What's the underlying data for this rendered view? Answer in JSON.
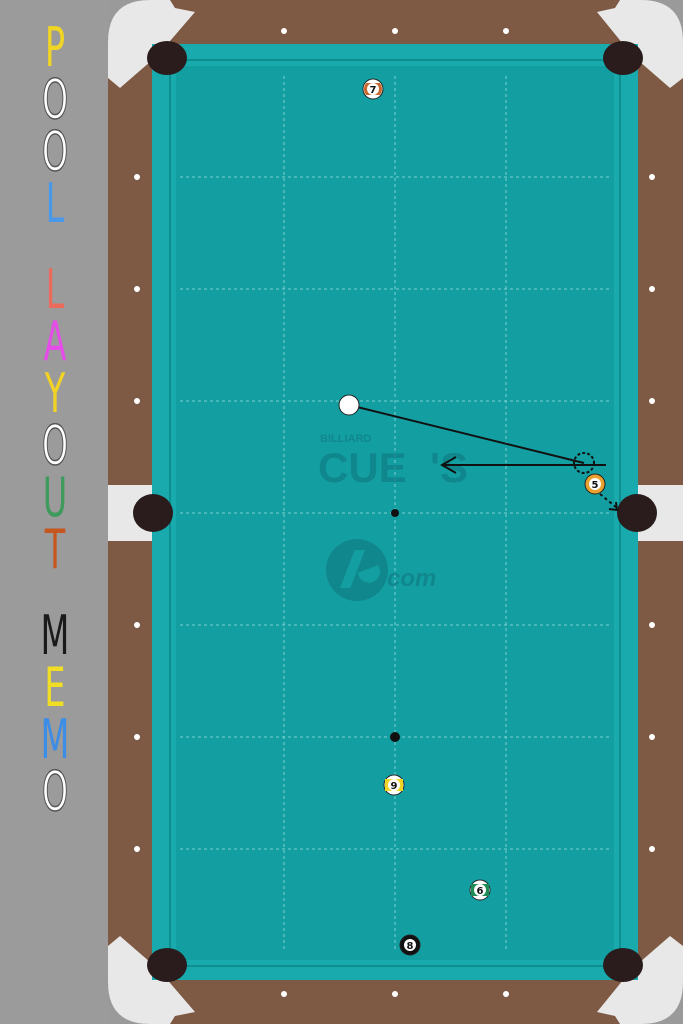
{
  "title": {
    "words": [
      "POOL",
      "LAYOUT",
      "MEMO"
    ],
    "letters": [
      {
        "char": "P",
        "color": "#f1d524"
      },
      {
        "char": "O",
        "color": "#ffffff"
      },
      {
        "char": "O",
        "color": "#ffffff"
      },
      {
        "char": "L",
        "color": "#4a98e8"
      },
      {
        "char": "L",
        "color": "#ea6b5b"
      },
      {
        "char": "A",
        "color": "#e64ce8"
      },
      {
        "char": "Y",
        "color": "#f2d224"
      },
      {
        "char": "O",
        "color": "#ffffff"
      },
      {
        "char": "U",
        "color": "#3f9a5d"
      },
      {
        "char": "T",
        "color": "#c5561f"
      },
      {
        "char": "M",
        "color": "#1a1a1a"
      },
      {
        "char": "E",
        "color": "#f0dd26"
      },
      {
        "char": "M",
        "color": "#3b8de6"
      },
      {
        "char": "O",
        "color": "#ffffff"
      }
    ]
  },
  "watermark": {
    "brand_small": "BILLIARD",
    "brand_large": "CUE",
    "brand_suffix": "'S",
    "domain_suffix": "com"
  },
  "balls": [
    {
      "number": "7",
      "color": "#c9662a",
      "kind": "stripe"
    },
    {
      "number": "5",
      "color": "#e8a12f",
      "kind": "solid"
    },
    {
      "number": "9",
      "color": "#f1d524",
      "kind": "stripe"
    },
    {
      "number": "6",
      "color": "#1f8c55",
      "kind": "stripe"
    },
    {
      "number": "8",
      "color": "#111111",
      "kind": "solid"
    }
  ],
  "colors": {
    "felt": "#139fa2",
    "cushion": "#18aaad",
    "rail_wood": "#7e5a45",
    "corner_cap": "#e8e8e8",
    "pocket": "#2a1c1c",
    "sidebar": "#9b9b9b"
  },
  "icons": [
    "cue-ball-icon",
    "ghost-ball-icon",
    "shot-arrow-icon",
    "pocket-icon",
    "diamond-icon"
  ]
}
